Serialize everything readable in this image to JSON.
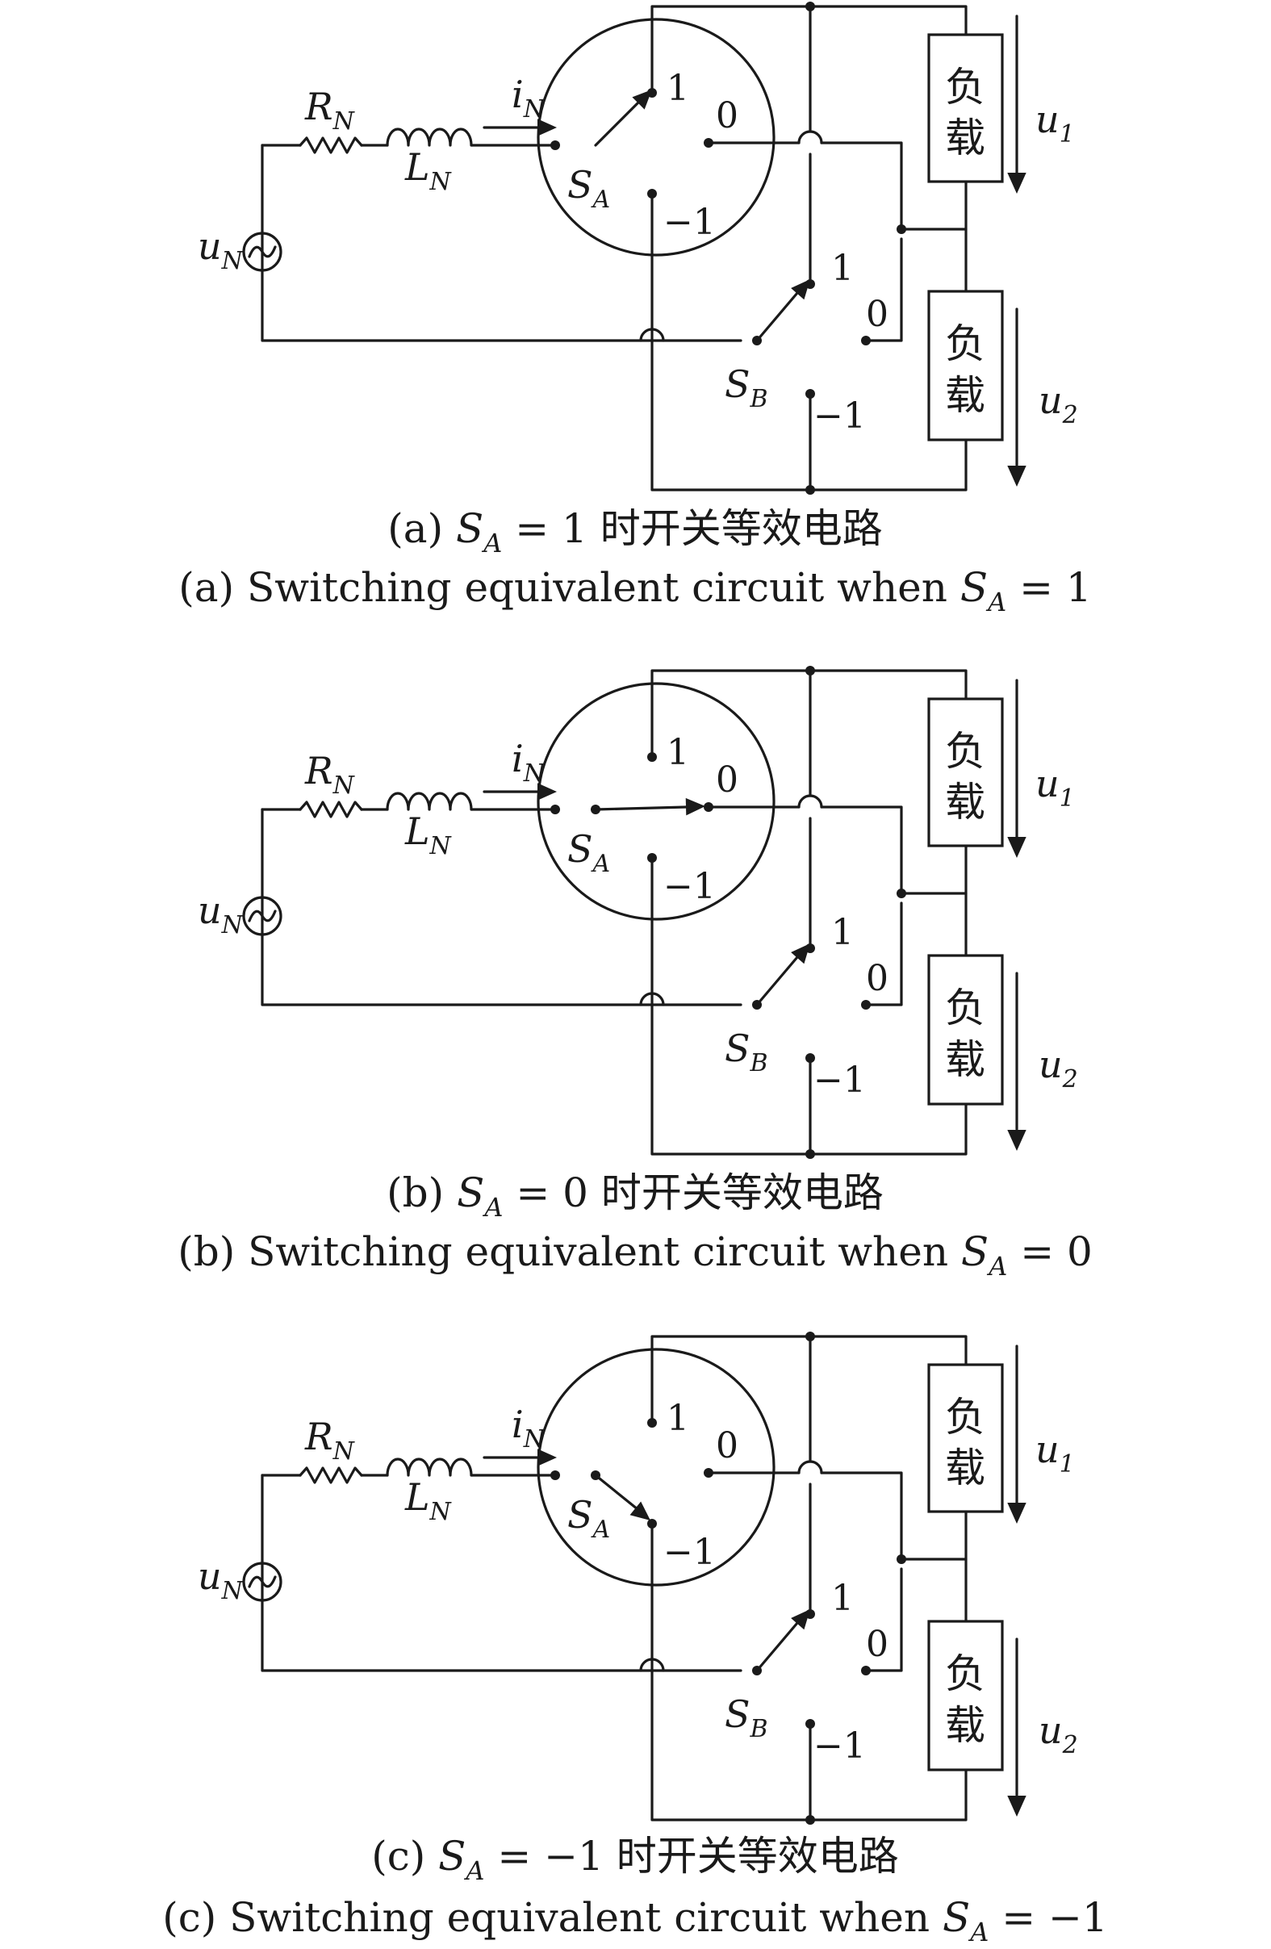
{
  "labels": {
    "resistor": "R",
    "resistor_sub": "N",
    "inductor": "L",
    "inductor_sub": "N",
    "current": "i",
    "current_sub": "N",
    "source": "u",
    "source_sub": "N",
    "switch_a": "S",
    "switch_a_sub": "A",
    "switch_b": "S",
    "switch_b_sub": "B",
    "pos_1": "1",
    "pos_0": "0",
    "pos_neg1": "−1",
    "load": [
      "负",
      "载"
    ],
    "voltage_1": "u",
    "voltage_1_sub": "1",
    "voltage_2": "u",
    "voltage_2_sub": "2"
  },
  "panels": [
    {
      "sa_state": "1",
      "caption_cn": {
        "prefix": "(a) ",
        "var": "S",
        "var_sub": "A",
        "rest": " = 1 时开关等效电路"
      },
      "caption_en": {
        "prefix": "(a) Switching equivalent circuit when ",
        "var": "S",
        "var_sub": "A",
        "rest": " = 1"
      }
    },
    {
      "sa_state": "0",
      "caption_cn": {
        "prefix": "(b) ",
        "var": "S",
        "var_sub": "A",
        "rest": " = 0 时开关等效电路"
      },
      "caption_en": {
        "prefix": "(b) Switching equivalent circuit when ",
        "var": "S",
        "var_sub": "A",
        "rest": " = 0"
      }
    },
    {
      "sa_state": "-1",
      "caption_cn": {
        "prefix": "(c) ",
        "var": "S",
        "var_sub": "A",
        "rest": " = −1 时开关等效电路"
      },
      "caption_en": {
        "prefix": "(c) Switching equivalent circuit when ",
        "var": "S",
        "var_sub": "A",
        "rest": " = −1"
      }
    }
  ]
}
